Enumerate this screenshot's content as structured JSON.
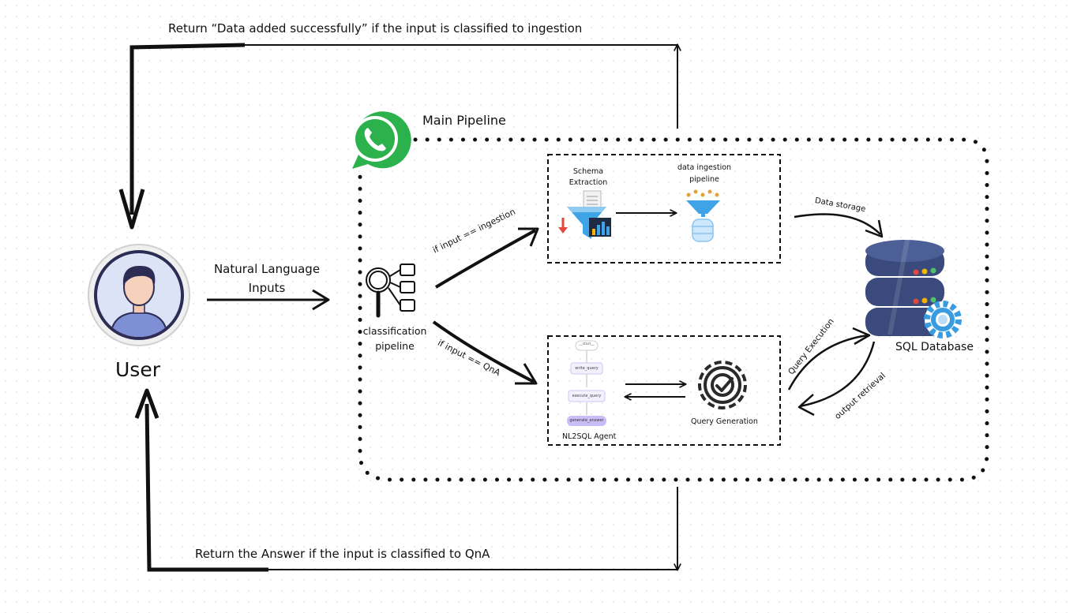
{
  "labels": {
    "return_ingestion": "Return  “Data added successfully”  if the input is  classified to ingestion",
    "return_qna": "Return the  Answer if the input is  classified to QnA",
    "main_pipeline": "Main Pipeline",
    "natural_language_line1": "Natural Language",
    "natural_language_line2": "Inputs",
    "user": "User",
    "classification_line1": "classification",
    "classification_line2": "pipeline",
    "if_ingestion": "if input == ingestion",
    "if_qna": "if input == QnA",
    "schema_line1": "Schema",
    "schema_line2": "Extraction",
    "ingestion_line1": "data ingestion",
    "ingestion_line2": "pipeline",
    "data_storage": "Data storage",
    "sql_database": "SQL Database",
    "query_execution": "Query Execution",
    "output_retrieval": "output retrieval",
    "query_generation": "Query Generation",
    "nl2sql_agent": "NL2SQL Agent"
  },
  "agent_graph": {
    "nodes": [
      "__start__",
      "write_query",
      "execute_query",
      "generate_answer"
    ]
  },
  "colors": {
    "whatsapp_green": "#2bb24c",
    "db_navy": "#3a4a7c",
    "avatar_bg": "#dce3f7",
    "shirt": "#7f8fd6",
    "funnel_blue": "#3fa3e8",
    "gear_blue": "#3a9ce0",
    "agent_node_fill": "#f3f1fd",
    "agent_end_fill": "#c9bdf7"
  },
  "icons": [
    "whatsapp-icon",
    "user-avatar-icon",
    "classification-icon",
    "schema-extraction-icon",
    "data-ingestion-icon",
    "query-generation-icon",
    "sql-database-icon"
  ]
}
